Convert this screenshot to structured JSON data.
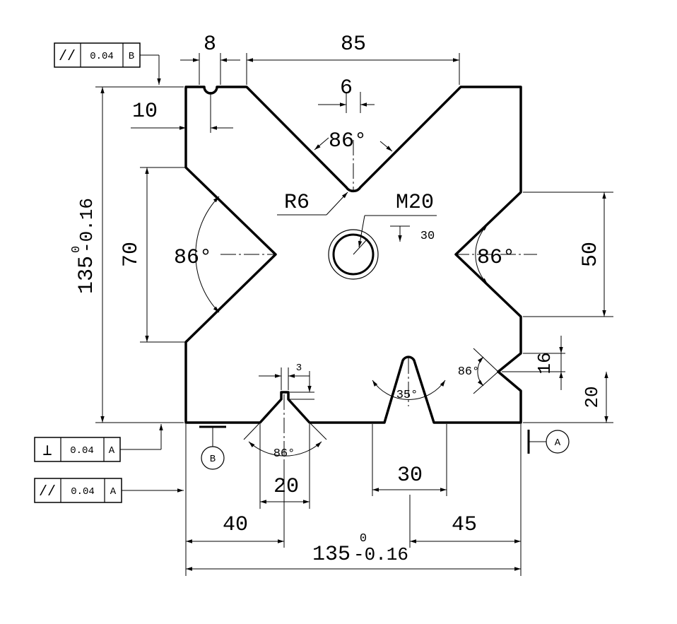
{
  "dimensions": {
    "slot_width": "8",
    "top_span": "85",
    "top_slot_depth": "10",
    "top_v_width": "6",
    "top_v_angle": "86°",
    "fillet_radius": "R6",
    "thread": "M20",
    "thread_depth": "30",
    "height_main": "135",
    "height_tol_upper": "0",
    "height_tol_lower": "-0.16",
    "left_v_width": "70",
    "left_v_angle": "86°",
    "right_v_angle": "86°",
    "right_v_width": "50",
    "small_v_angle": "86°",
    "dim_16": "16",
    "dim_20_right": "20",
    "dim_3": "3",
    "narrow_v_angle": "35°",
    "bottom_v_angle": "86°",
    "bottom_v_width": "20",
    "bottom_slot_width": "30",
    "offset_left": "40",
    "offset_right": "45",
    "width_main": "135",
    "width_tol_upper": "0",
    "width_tol_lower": "-0.16"
  },
  "datums": {
    "a": "A",
    "b": "B"
  },
  "tolerance_frames": [
    {
      "symbol": "//",
      "value": "0.04",
      "datum": "B"
    },
    {
      "symbol": "⊥",
      "value": "0.04",
      "datum": "A"
    },
    {
      "symbol": "//",
      "value": "0.04",
      "datum": "A"
    }
  ]
}
